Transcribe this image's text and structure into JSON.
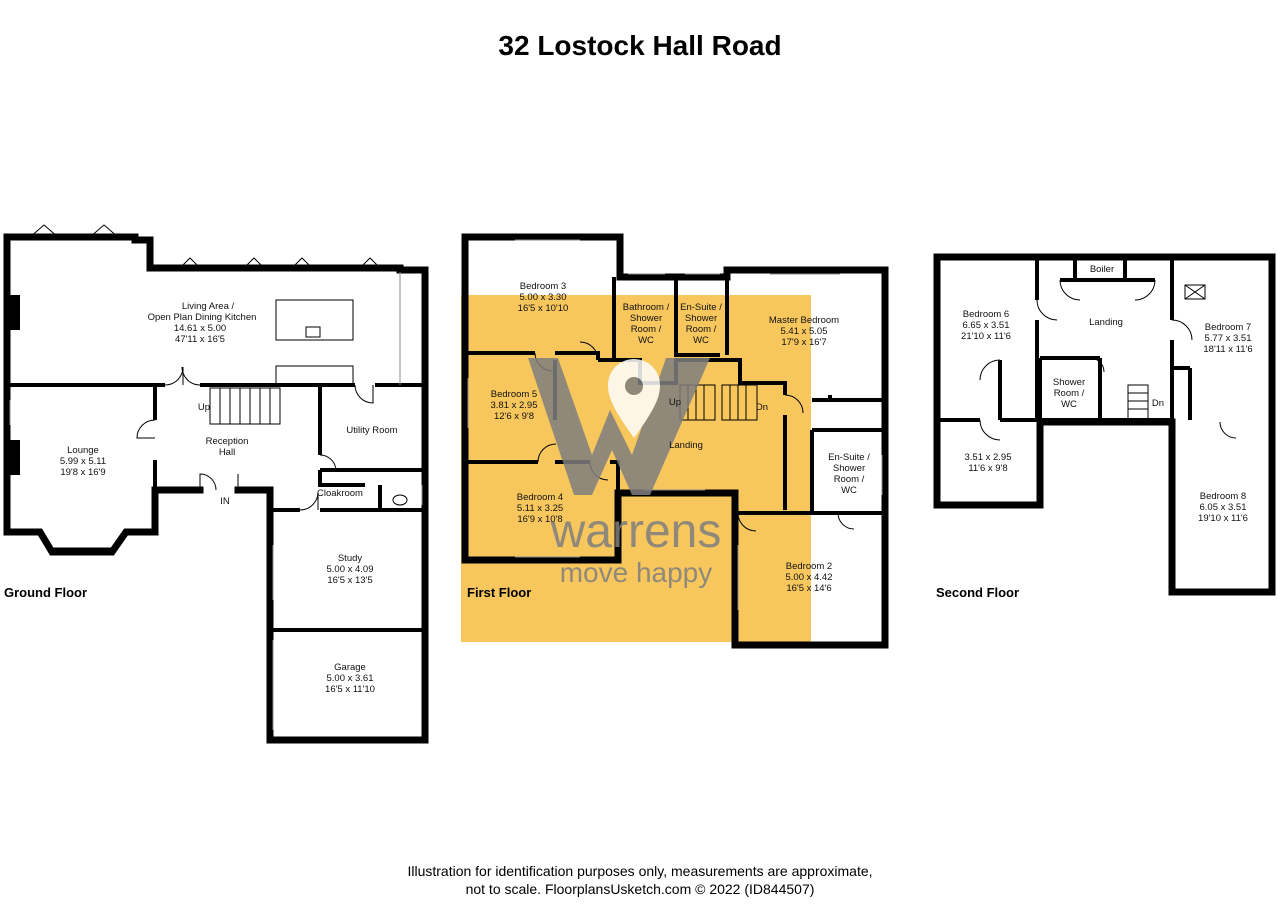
{
  "title": "32 Lostock Hall Road",
  "floors": {
    "ground": "Ground Floor",
    "first": "First Floor",
    "second": "Second Floor"
  },
  "rooms": {
    "living_name1": "Living Area /",
    "living_name2": "Open Plan Dining Kitchen",
    "living_m": "14.61 x 5.00",
    "living_i": "47'11 x 16'5",
    "lounge_name": "Lounge",
    "lounge_m": "5.99 x 5.11",
    "lounge_i": "19'8 x 16'9",
    "reception_name1": "Reception",
    "reception_name2": "Hall",
    "utility_name": "Utility Room",
    "cloakroom_name": "Cloakroom",
    "study_name": "Study",
    "study_m": "5.00 x 4.09",
    "study_i": "16'5 x 13'5",
    "garage_name": "Garage",
    "garage_m": "5.00 x 3.61",
    "garage_i": "16'5 x 11'10",
    "bed3_name": "Bedroom 3",
    "bed3_m": "5.00 x 3.30",
    "bed3_i": "16'5 x 10'10",
    "bath_l1": "Bathroom /",
    "bath_l2": "Shower",
    "bath_l3": "Room /",
    "bath_l4": "WC",
    "ens1_l1": "En-Suite /",
    "ens1_l2": "Shower",
    "ens1_l3": "Room /",
    "ens1_l4": "WC",
    "master_name": "Master Bedroom",
    "master_m": "5.41 x 5.05",
    "master_i": "17'9 x 16'7",
    "bed5_name": "Bedroom 5",
    "bed5_m": "3.81 x 2.95",
    "bed5_i": "12'6 x 9'8",
    "landing1_name": "Landing",
    "bed4_name": "Bedroom 4",
    "bed4_m": "5.11 x 3.25",
    "bed4_i": "16'9 x 10'8",
    "ens2_l1": "En-Suite /",
    "ens2_l2": "Shower",
    "ens2_l3": "Room /",
    "ens2_l4": "WC",
    "bed2_name": "Bedroom 2",
    "bed2_m": "5.00 x 4.42",
    "bed2_i": "16'5 x 14'6",
    "bed6_name": "Bedroom 6",
    "bed6_m": "6.65 x 3.51",
    "bed6_i": "21'10 x 11'6",
    "boiler_name": "Boiler",
    "landing2_name": "Landing",
    "bed7_name": "Bedroom 7",
    "bed7_m": "5.77 x 3.51",
    "bed7_i": "18'11 x 11'6",
    "shower_l1": "Shower",
    "shower_l2": "Room /",
    "shower_l3": "WC",
    "unnamed_m": "3.51 x 2.95",
    "unnamed_i": "11'6 x 9'8",
    "bed8_name": "Bedroom 8",
    "bed8_m": "6.05 x 3.51",
    "bed8_i": "19'10 x 11'6"
  },
  "stairs": {
    "up": "Up",
    "up2": "Up",
    "dn": "Dn",
    "dn2": "Dn",
    "entrance": "IN"
  },
  "watermark": {
    "brand": "warrens",
    "tagline": "move happy",
    "overlay_color": "#f7c75e",
    "logo_color": "#7f7f7f"
  },
  "disclaimer": {
    "line1": "Illustration for identification purposes only, measurements are approximate,",
    "line2": "not to scale. FloorplansUsketch.com © 2022 (ID844507)"
  }
}
